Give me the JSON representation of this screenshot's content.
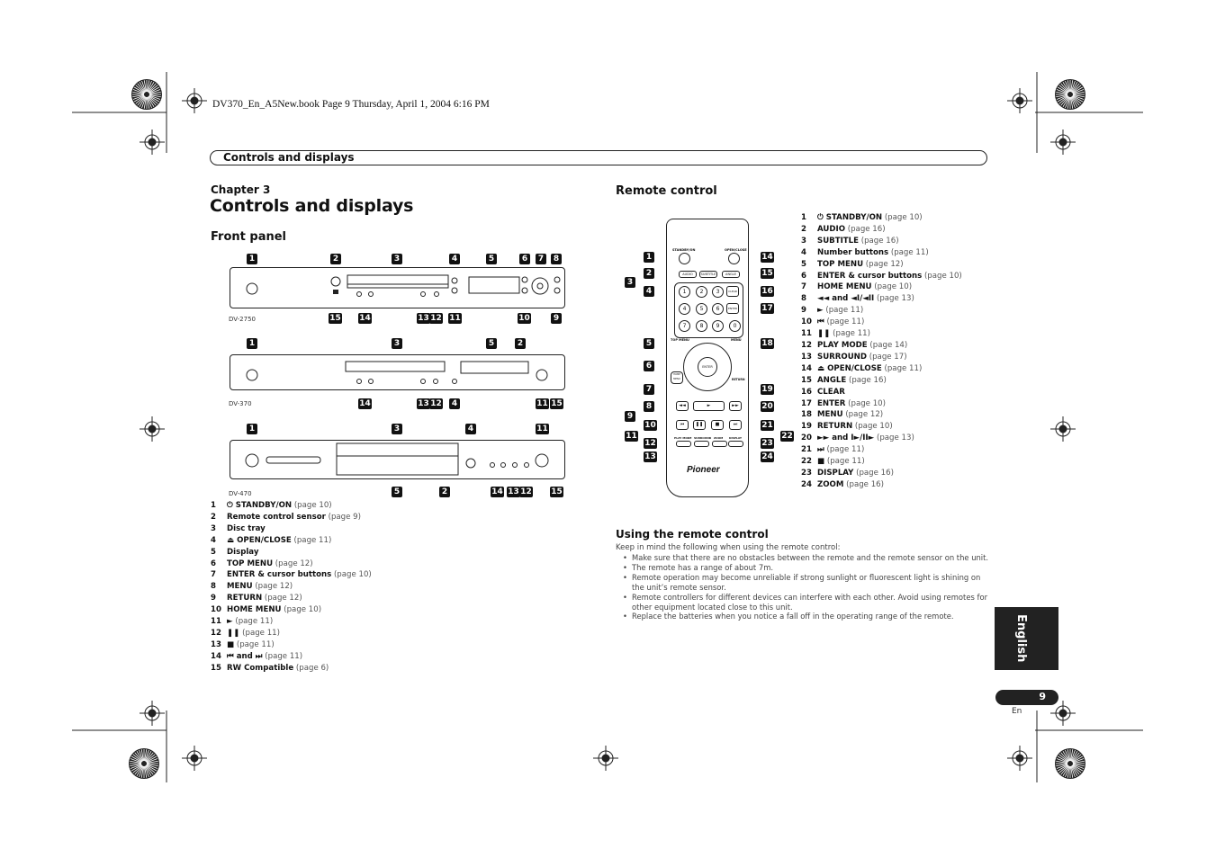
{
  "print_header": "DV370_En_A5New.book  Page 9  Thursday, April 1, 2004  6:16 PM",
  "section_title": "Controls and displays",
  "chapter_label": "Chapter 3",
  "page_title": "Controls and displays",
  "front_panel": {
    "heading": "Front panel",
    "models": [
      "DV-2750",
      "DV-370",
      "DV-470"
    ],
    "callouts": {
      "dv2750_top": [
        "1",
        "2",
        "3",
        "4",
        "5",
        "6",
        "7",
        "8"
      ],
      "dv2750_bottom": [
        "15",
        "14",
        "13",
        "12",
        "11",
        "10",
        "9"
      ],
      "dv370_top": [
        "1",
        "3",
        "5",
        "2"
      ],
      "dv370_bottom": [
        "14",
        "13",
        "12",
        "4",
        "11",
        "15"
      ],
      "dv470_top": [
        "1",
        "3",
        "4",
        "11"
      ],
      "dv470_bottom": [
        "5",
        "2",
        "14",
        "13",
        "12",
        "15"
      ]
    },
    "items": [
      {
        "n": "1",
        "label": "⏻ STANDBY/ON",
        "ref": "(page 10)"
      },
      {
        "n": "2",
        "label": "Remote control sensor",
        "ref": "(page 9)"
      },
      {
        "n": "3",
        "label": "Disc tray",
        "ref": ""
      },
      {
        "n": "4",
        "label": "⏏ OPEN/CLOSE",
        "ref": "(page 11)"
      },
      {
        "n": "5",
        "label": "Display",
        "ref": ""
      },
      {
        "n": "6",
        "label": "TOP MENU",
        "ref": "(page 12)"
      },
      {
        "n": "7",
        "label": "ENTER & cursor buttons",
        "ref": "(page 10)"
      },
      {
        "n": "8",
        "label": "MENU",
        "ref": "(page 12)"
      },
      {
        "n": "9",
        "label": "RETURN",
        "ref": "(page 12)"
      },
      {
        "n": "10",
        "label": "HOME MENU",
        "ref": "(page 10)"
      },
      {
        "n": "11",
        "label": "►",
        "ref": "(page 11)"
      },
      {
        "n": "12",
        "label": "❚❚",
        "ref": "(page 11)"
      },
      {
        "n": "13",
        "label": "■",
        "ref": "(page 11)"
      },
      {
        "n": "14",
        "label": "⏮ and ⏭",
        "ref": "(page 11)"
      },
      {
        "n": "15",
        "label": "RW Compatible",
        "ref": "(page 6)"
      }
    ]
  },
  "remote_control": {
    "heading": "Remote control",
    "callouts_left": [
      "1",
      "2",
      "3",
      "4",
      "5",
      "6",
      "7",
      "8",
      "9",
      "10",
      "11",
      "12",
      "13"
    ],
    "callouts_right": [
      "14",
      "15",
      "16",
      "17",
      "18",
      "19",
      "20",
      "21",
      "22",
      "23",
      "24"
    ],
    "remote_labels": {
      "standby": "STANDBY/ON",
      "open": "OPEN/CLOSE",
      "audio": "AUDIO",
      "subtitle": "SUBTITLE",
      "angle": "ANGLE",
      "clear": "CLEAR",
      "enter_small": "ENTER",
      "top_menu": "TOP MENU",
      "menu": "MENU",
      "enter": "ENTER",
      "home_menu": "HOME MENU",
      "return": "RETURN",
      "play_mode": "PLAY MODE",
      "surround": "SURROUND",
      "zoom": "ZOOM",
      "display": "DISPLAY",
      "brand": "Pioneer",
      "digits": [
        "1",
        "2",
        "3",
        "4",
        "5",
        "6",
        "7",
        "8",
        "9",
        "0"
      ]
    },
    "items": [
      {
        "n": "1",
        "label": "⏻ STANDBY/ON",
        "ref": "(page 10)"
      },
      {
        "n": "2",
        "label": "AUDIO",
        "ref": "(page 16)"
      },
      {
        "n": "3",
        "label": "SUBTITLE",
        "ref": "(page 16)"
      },
      {
        "n": "4",
        "label": "Number buttons",
        "ref": "(page 11)"
      },
      {
        "n": "5",
        "label": "TOP MENU",
        "ref": "(page 12)"
      },
      {
        "n": "6",
        "label": "ENTER & cursor buttons",
        "ref": "(page 10)"
      },
      {
        "n": "7",
        "label": "HOME MENU",
        "ref": "(page 10)"
      },
      {
        "n": "8",
        "label": "◄◄ and ◄I/◄II",
        "ref": "(page 13)"
      },
      {
        "n": "9",
        "label": "►",
        "ref": "(page 11)"
      },
      {
        "n": "10",
        "label": "⏮",
        "ref": "(page 11)"
      },
      {
        "n": "11",
        "label": "❚❚",
        "ref": "(page 11)"
      },
      {
        "n": "12",
        "label": "PLAY MODE",
        "ref": "(page 14)"
      },
      {
        "n": "13",
        "label": "SURROUND",
        "ref": "(page 17)"
      },
      {
        "n": "14",
        "label": "⏏ OPEN/CLOSE",
        "ref": "(page 11)"
      },
      {
        "n": "15",
        "label": "ANGLE",
        "ref": "(page 16)"
      },
      {
        "n": "16",
        "label": "CLEAR",
        "ref": ""
      },
      {
        "n": "17",
        "label": "ENTER",
        "ref": "(page 10)"
      },
      {
        "n": "18",
        "label": "MENU",
        "ref": "(page 12)"
      },
      {
        "n": "19",
        "label": "RETURN",
        "ref": "(page 10)"
      },
      {
        "n": "20",
        "label": "►► and I►/II►",
        "ref": "(page 13)"
      },
      {
        "n": "21",
        "label": "⏭",
        "ref": "(page 11)"
      },
      {
        "n": "22",
        "label": "■",
        "ref": "(page 11)"
      },
      {
        "n": "23",
        "label": "DISPLAY",
        "ref": "(page 16)"
      },
      {
        "n": "24",
        "label": "ZOOM",
        "ref": "(page 16)"
      }
    ]
  },
  "using_remote": {
    "heading": "Using the remote control",
    "intro": "Keep in mind the following when using the remote control:",
    "bullets": [
      "Make sure that there are no obstacles between the remote and the remote sensor on the unit.",
      "The remote has a range of about 7m.",
      "Remote operation may become unreliable if strong sunlight or fluorescent light is shining on the unit’s remote sensor.",
      "Remote controllers for different devices can interfere with each other. Avoid using remotes for other equipment located close to this unit.",
      "Replace the batteries when you notice a fall off in the operating range of the remote."
    ]
  },
  "side_tab": "English",
  "page_number": "9",
  "page_lang": "En"
}
